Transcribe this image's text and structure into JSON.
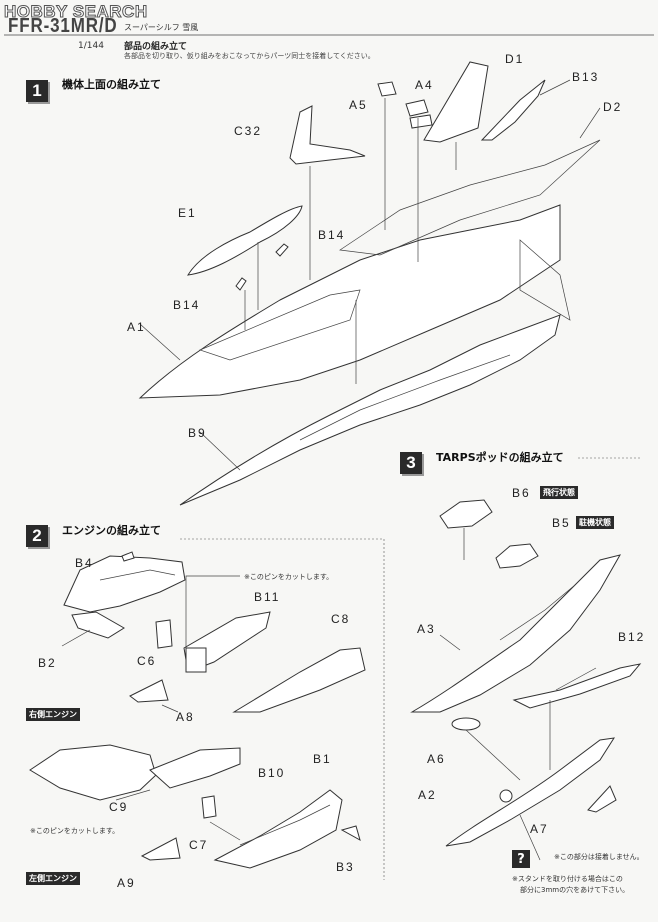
{
  "header": {
    "watermark": "HOBBY SEARCH",
    "model": "FFR-31MR/D",
    "subtitle": "スーパーシルフ 雪風",
    "scale": "1/144",
    "parts_heading": "部品の組み立て",
    "parts_note": "各部品を切り取り、仮り組みをおこなってからパーツ同士を接着してください。"
  },
  "step1": {
    "number": "1",
    "title": "機体上面の組み立て",
    "parts": [
      "A5",
      "A4",
      "D1",
      "B13",
      "D2",
      "C32",
      "E1",
      "B14",
      "B14",
      "A1",
      "B9"
    ]
  },
  "step2": {
    "number": "2",
    "title": "エンジンの組み立て",
    "parts": [
      "B4",
      "B11",
      "C8",
      "B2",
      "C6",
      "A8",
      "B10",
      "B1",
      "C9",
      "C7",
      "B3",
      "A9"
    ],
    "pin_note": "※このピンをカットします。",
    "right_engine": "右側エンジン",
    "left_engine": "左側エンジン"
  },
  "step3": {
    "number": "3",
    "title": "TARPSポッドの組み立て",
    "parts": [
      "B6",
      "B5",
      "A3",
      "B12",
      "A6",
      "A2",
      "A7"
    ],
    "flight_tag": "飛行状態",
    "parked_tag": "駐機状態",
    "no_glue_note": "※この部分は接着しません。",
    "stand_note_1": "※スタンドを取り付ける場合はこの",
    "stand_note_2": "部分に3mmの穴をあけて下さい。",
    "help_mark": "?"
  }
}
